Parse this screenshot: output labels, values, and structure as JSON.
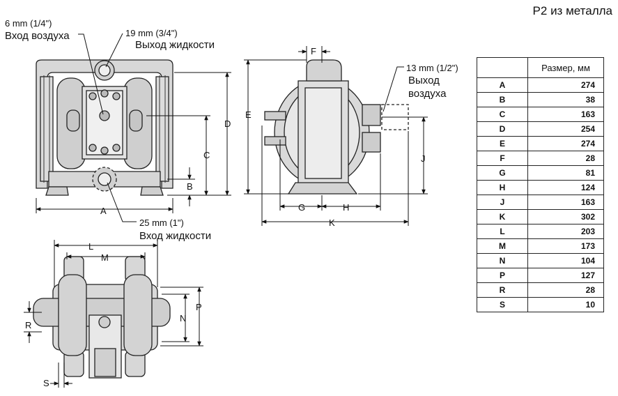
{
  "title": "P2 из металла",
  "callouts": {
    "air_in_size": "6 mm (1/4\")",
    "air_in_label": "Вход воздуха",
    "fluid_out_size": "19 mm (3/4\")",
    "fluid_out_label": "Выход жидкости",
    "fluid_in_size": "25 mm (1\")",
    "fluid_in_label": "Вход жидкости",
    "air_out_size": "13 mm (1/2\")",
    "air_out_label_1": "Выход",
    "air_out_label_2": "воздуха"
  },
  "dim_letters": {
    "A": "A",
    "B": "B",
    "C": "C",
    "D": "D",
    "E": "E",
    "F": "F",
    "G": "G",
    "H": "H",
    "J": "J",
    "K": "K",
    "L": "L",
    "M": "M",
    "N": "N",
    "P": "P",
    "R": "R",
    "S": "S"
  },
  "table": {
    "header": "Размер, мм",
    "rows": [
      {
        "k": "A",
        "v": "274"
      },
      {
        "k": "B",
        "v": "38"
      },
      {
        "k": "C",
        "v": "163"
      },
      {
        "k": "D",
        "v": "254"
      },
      {
        "k": "E",
        "v": "274"
      },
      {
        "k": "F",
        "v": "28"
      },
      {
        "k": "G",
        "v": "81"
      },
      {
        "k": "H",
        "v": "124"
      },
      {
        "k": "J",
        "v": "163"
      },
      {
        "k": "K",
        "v": "302"
      },
      {
        "k": "L",
        "v": "203"
      },
      {
        "k": "M",
        "v": "173"
      },
      {
        "k": "N",
        "v": "104"
      },
      {
        "k": "P",
        "v": "127"
      },
      {
        "k": "R",
        "v": "28"
      },
      {
        "k": "S",
        "v": "10"
      }
    ]
  }
}
